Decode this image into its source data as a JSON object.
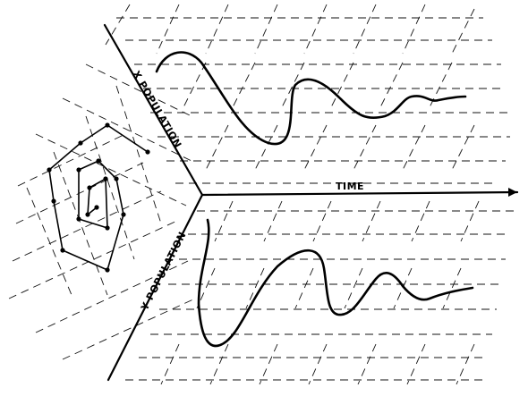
{
  "labels": {
    "x_axis": "X POPULATION",
    "y_axis": "Y POPULATION",
    "time_axis": "TIME"
  }
}
